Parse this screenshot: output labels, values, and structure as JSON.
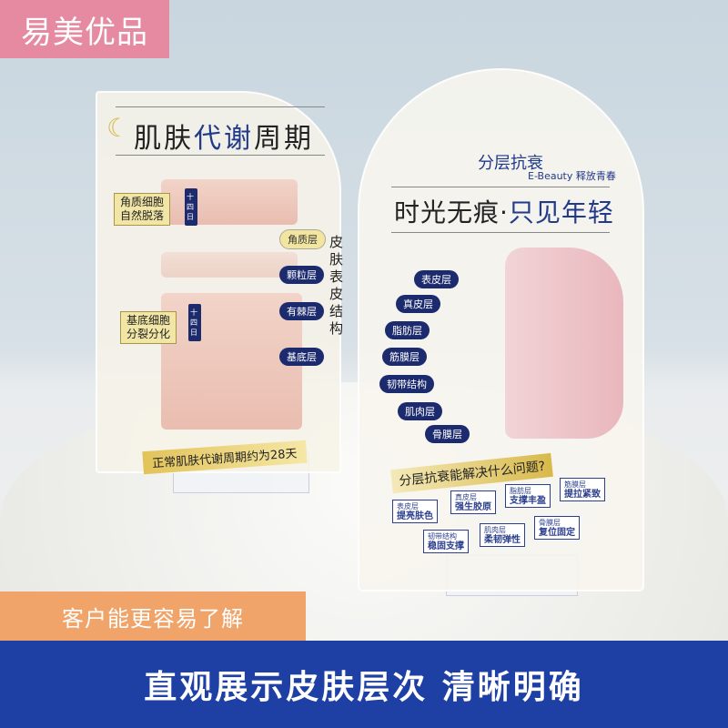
{
  "logo": {
    "text": "易美优品"
  },
  "left_panel": {
    "title_a": "肌肤",
    "title_b": "代谢",
    "title_c": "周期",
    "notes": [
      "角质细胞\n自然脱落",
      "基底细胞\n分裂分化"
    ],
    "arrow_label": "十四日",
    "layers": [
      "角质层",
      "颗粒层",
      "有棘层",
      "基底层"
    ],
    "side_label": "皮肤表皮结构",
    "footer": "正常肌肤代谢周期约为28天"
  },
  "right_panel": {
    "brand_a": "分层抗衰",
    "brand_b": "E-Beauty 释放青春",
    "title_a": "时光无痕·",
    "title_b": "只见年轻",
    "layers": [
      "表皮层",
      "真皮层",
      "脂肪层",
      "筋膜层",
      "韧带结构",
      "肌肉层",
      "骨膜层"
    ],
    "question": "分层抗衰能解决什么问题?",
    "benefits": [
      {
        "layer": "表皮层",
        "effect": "提亮肤色"
      },
      {
        "layer": "真皮层",
        "effect": "强生胶原"
      },
      {
        "layer": "脂肪层",
        "effect": "支撑丰盈"
      },
      {
        "layer": "筋膜层",
        "effect": "提拉紧致"
      },
      {
        "layer": "韧带结构",
        "effect": "稳固支撑"
      },
      {
        "layer": "肌肉层",
        "effect": "柔韧弹性"
      },
      {
        "layer": "骨膜层",
        "effect": "复位固定"
      }
    ]
  },
  "banner": {
    "text": "客户能更容易了解"
  },
  "bottom_bar": {
    "text": "直观展示皮肤层次 清晰明确"
  },
  "colors": {
    "logo": "#e58aa0",
    "banner": "#f0a46a",
    "bar": "#1e3fa4",
    "navy": "#1c2a6e"
  }
}
